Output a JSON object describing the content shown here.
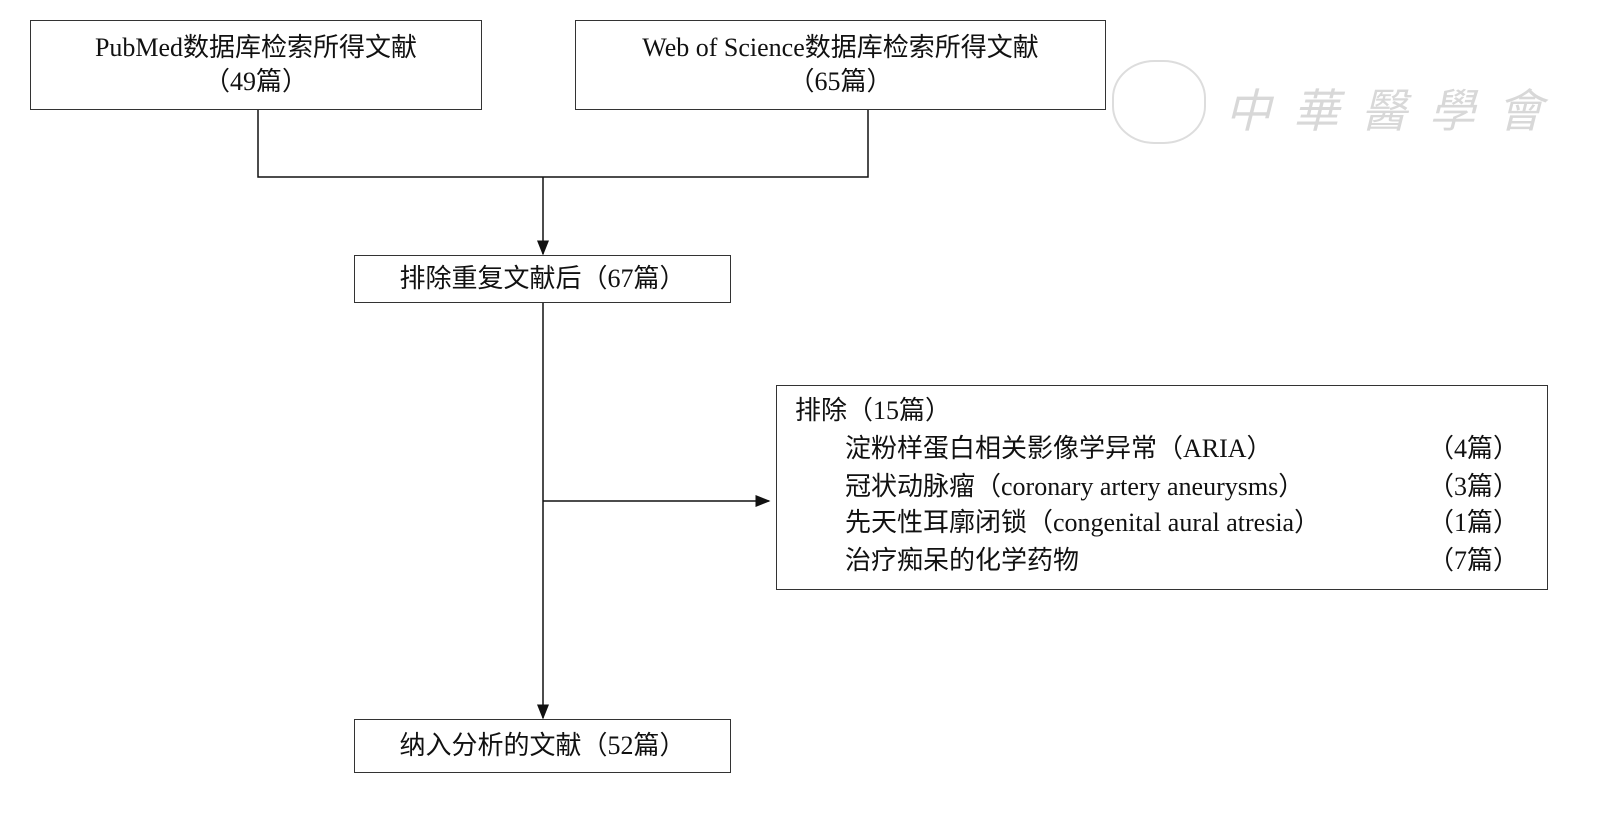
{
  "source_pubmed": {
    "title": "PubMed数据库检索所得文献",
    "count": "（49篇）"
  },
  "source_wos": {
    "title": "Web of Science数据库检索所得文献",
    "count": "（65篇）"
  },
  "dedup": {
    "label": "排除重复文献后（67篇）"
  },
  "exclusion": {
    "title": "排除（15篇）",
    "items": [
      {
        "reason": "淀粉样蛋白相关影像学异常（ARIA）",
        "count": "（4篇）"
      },
      {
        "reason": "冠状动脉瘤（coronary artery aneurysms）",
        "count": "（3篇）"
      },
      {
        "reason": "先天性耳廓闭锁（congenital aural atresia）",
        "count": "（1篇）"
      },
      {
        "reason": "治疗痴呆的化学药物",
        "count": "（7篇）"
      }
    ]
  },
  "included": {
    "label": "纳入分析的文献（52篇）"
  },
  "watermark": {
    "text": "中華醫學會"
  }
}
